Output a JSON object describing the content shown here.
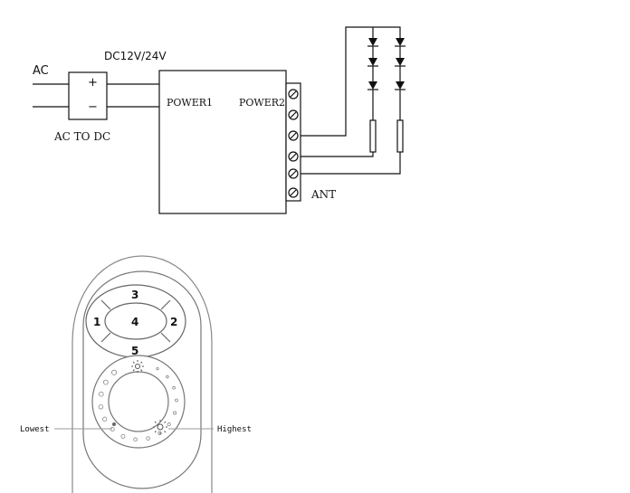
{
  "wiring": {
    "ac_label": "AC",
    "plus_label": "+",
    "minus_label": "−",
    "converter_label": "AC TO DC",
    "dc_label": "DC12V/24V",
    "power1_label": "POWER1",
    "power2_label": "POWER2",
    "ant_label": "ANT"
  },
  "remote": {
    "buttons": [
      "1",
      "2",
      "3",
      "4",
      "5"
    ],
    "lowest_label": "Lowest",
    "highest_label": "Highest"
  }
}
